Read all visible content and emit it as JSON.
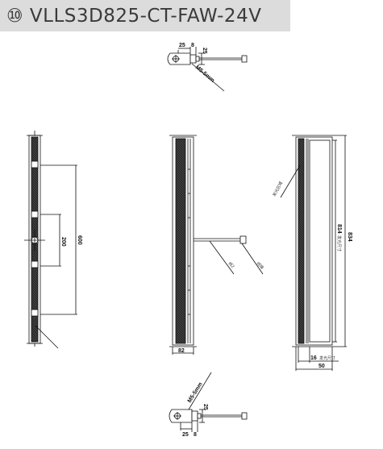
{
  "title": "⑩ VLLS3D825-CT-FAW-24V",
  "top_view": {
    "dim_a": "25",
    "dim_b": "8",
    "dim_c": "25",
    "thread_note": "M5-5mm"
  },
  "left_view": {
    "dim_inner": "200",
    "dim_outer": "600"
  },
  "front_view": {
    "dim_width": "82",
    "cable_note_a": "线2",
    "cable_note_b": "线端"
  },
  "side_view": {
    "dim_length": "834",
    "dim_inner": "814",
    "inner_note": "发光尺寸",
    "label_note": "发光区域",
    "dim_small": "16",
    "dim_small_note": "发光尺寸",
    "dim_width": "50"
  },
  "bottom_view": {
    "dim_a": "25",
    "dim_b": "8",
    "dim_c": "25",
    "thread_note": "M5-5mm"
  }
}
